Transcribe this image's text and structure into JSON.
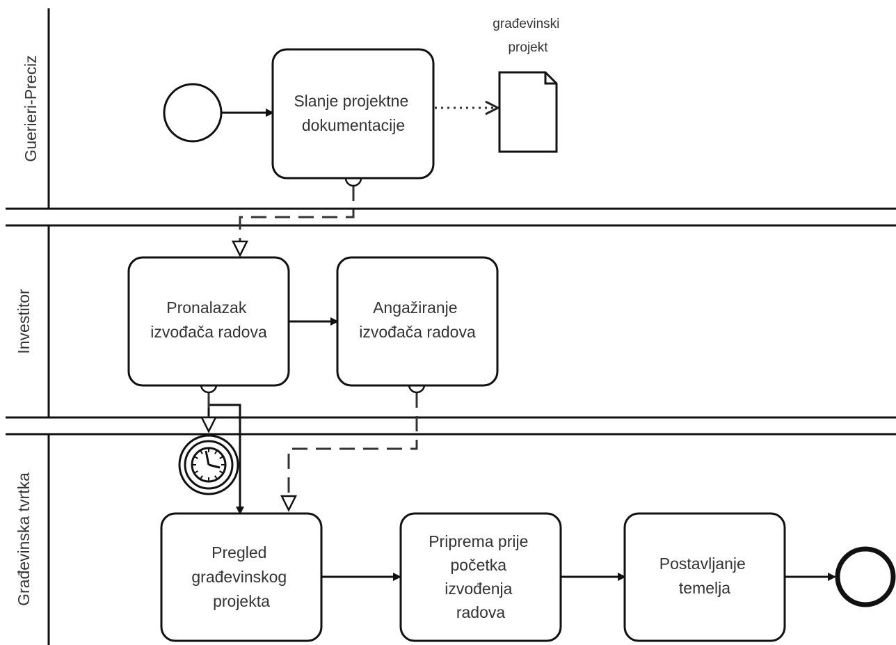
{
  "lanes": [
    {
      "id": "guerieri",
      "label": "Guerieri-Preciz"
    },
    {
      "id": "investitor",
      "label": "Investitor"
    },
    {
      "id": "gradevinska",
      "label": "Građevinska tvrtka"
    }
  ],
  "tasks": {
    "slanje": [
      "Slanje projektne",
      "dokumentacije"
    ],
    "pronalazak": [
      "Pronalazak",
      "izvođača radova"
    ],
    "angaziranje": [
      "Angažiranje",
      "izvođača radova"
    ],
    "pregled": [
      "Pregled",
      "građevinskog",
      "projekta"
    ],
    "priprema": [
      "Priprema prije",
      "početka",
      "izvođenja",
      "radova"
    ],
    "postavljanje": [
      "Postavljanje",
      "temelja"
    ]
  },
  "data_object": {
    "label": [
      "građevinski",
      "projekt"
    ]
  },
  "events": {
    "start": "start-event",
    "timer": "timer-event",
    "end": "end-event"
  }
}
